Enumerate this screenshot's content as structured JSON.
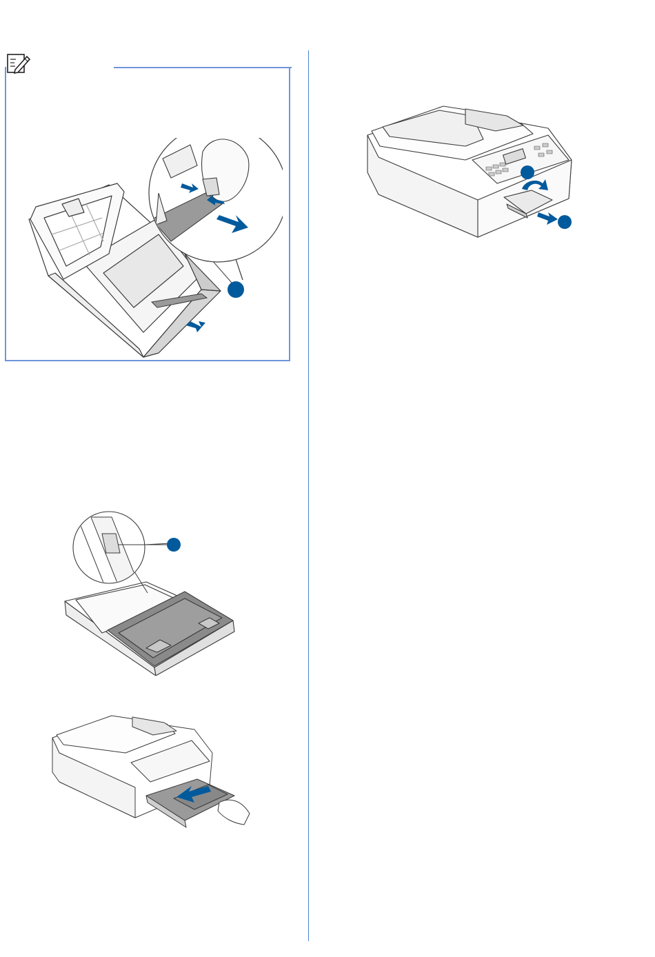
{
  "document": {
    "section": "paper-loading-illustrations",
    "figures": [
      {
        "id": "note",
        "label": "Note",
        "icon": "note-pencil-icon"
      },
      {
        "id": "fig-tray-extend",
        "callout": ""
      },
      {
        "id": "fig-output-support",
        "callouts": [
          "",
          ""
        ]
      },
      {
        "id": "fig-paper-guide",
        "callout": ""
      },
      {
        "id": "fig-insert-tray"
      }
    ]
  },
  "colors": {
    "accent": "#005a9c",
    "rule": "#4a7fd0",
    "note_border": "#6e95d9",
    "line_art": "#3a3a3a",
    "tray_gray": "#8a8a8a"
  }
}
